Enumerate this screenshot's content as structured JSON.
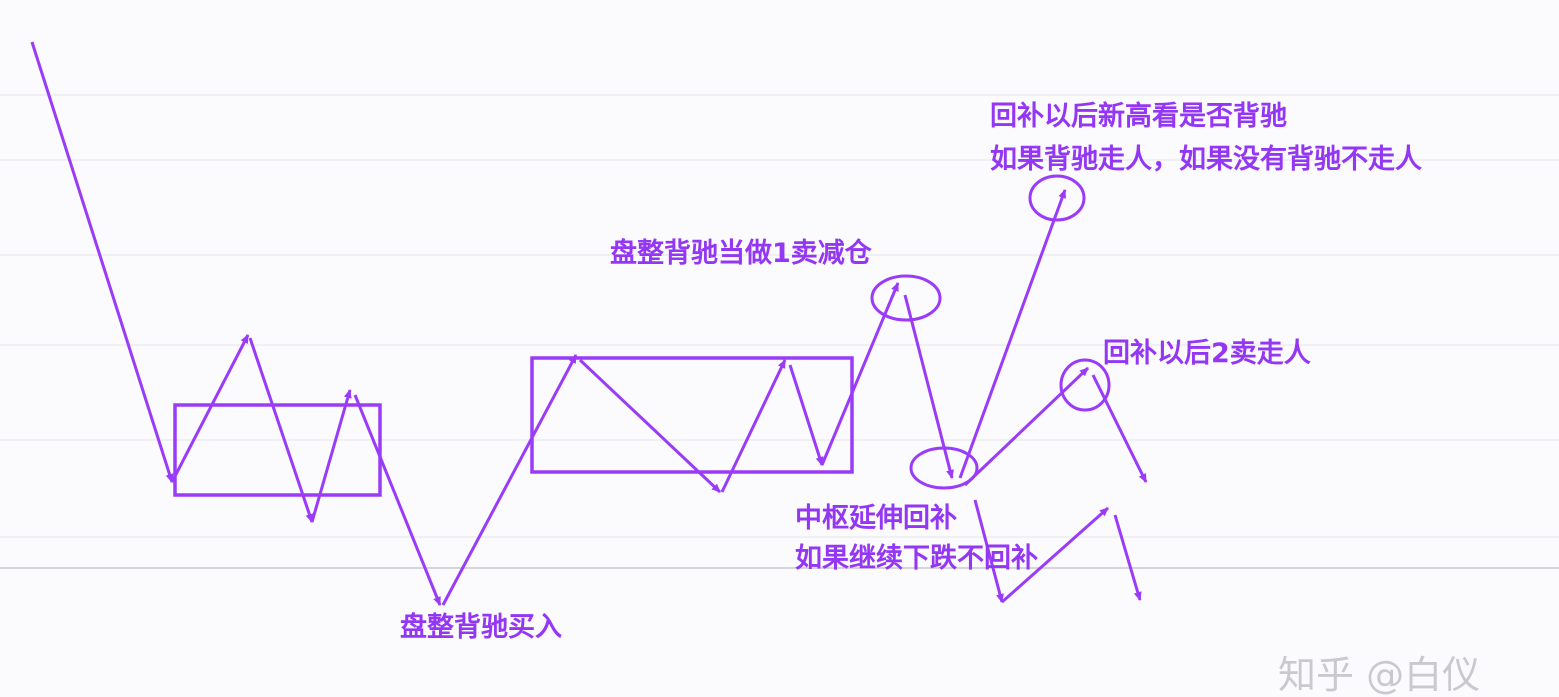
{
  "colors": {
    "line": "#9a3cf7",
    "text": "#9437f5",
    "grid": "#ecebf0",
    "baseline": "#d4d4da",
    "watermark": "#c9c9cf"
  },
  "labels": {
    "new_high_line1": "回补以后新高看是否背驰",
    "new_high_line2": "如果背驰走人，如果没有背驰不走人",
    "first_sell": "盘整背驰当做1卖减仓",
    "second_sell": "回补以后2卖走人",
    "extend_line1": "中枢延伸回补",
    "extend_line2": "如果继续下跌不回补",
    "buy": "盘整背驰买入"
  },
  "watermark": "知乎 @白仪"
}
